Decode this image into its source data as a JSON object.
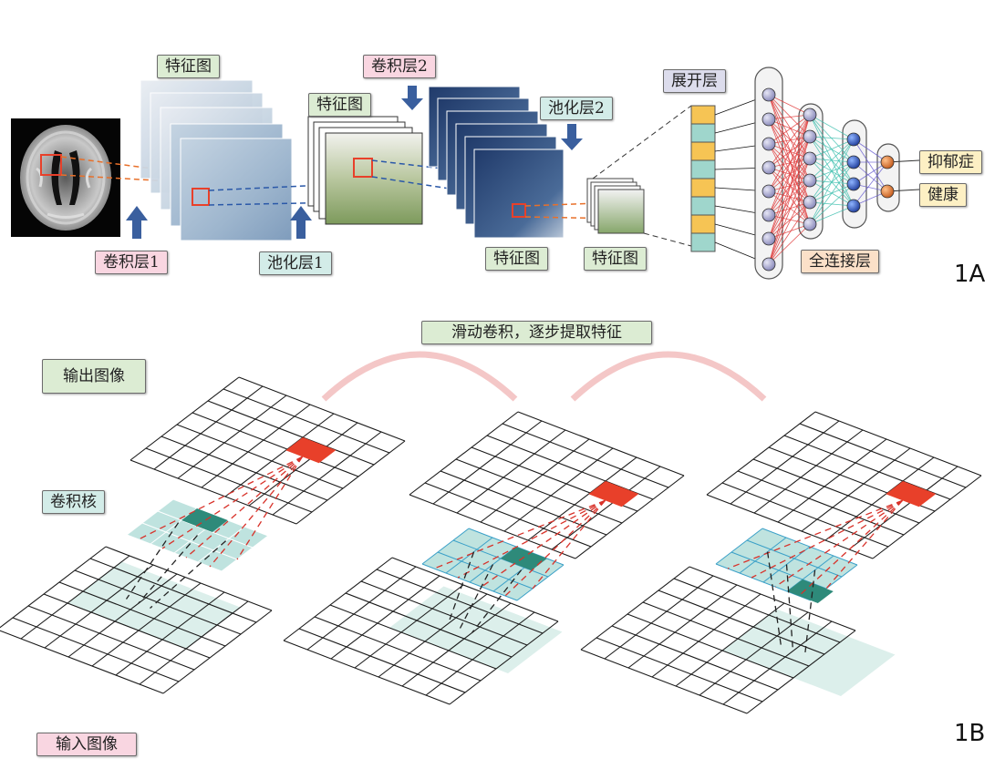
{
  "panel_a": {
    "tag": "1A",
    "labels": {
      "feature_map_1": "特征图",
      "conv_layer_1": "卷积层1",
      "feature_map_2": "特征图",
      "pool_layer_1": "池化层1",
      "conv_layer_2": "卷积层2",
      "pool_layer_2": "池化层2",
      "feature_map_3": "特征图",
      "feature_map_4": "特征图",
      "flatten_layer": "展开层",
      "fc_layer": "全连接层",
      "output_depression": "抑郁症",
      "output_healthy": "健康"
    }
  },
  "panel_b": {
    "tag": "1B",
    "labels": {
      "sliding_conv": "滑动卷积，逐步提取特征",
      "output_image": "输出图像",
      "kernel": "卷积核",
      "input_image": "输入图像"
    }
  },
  "colors": {
    "accent_red": "#e8402a",
    "kernel_dark": "#2e8a7a",
    "arrow_blue": "#3a5f9e",
    "arc_pink": "#f4c7c7"
  }
}
